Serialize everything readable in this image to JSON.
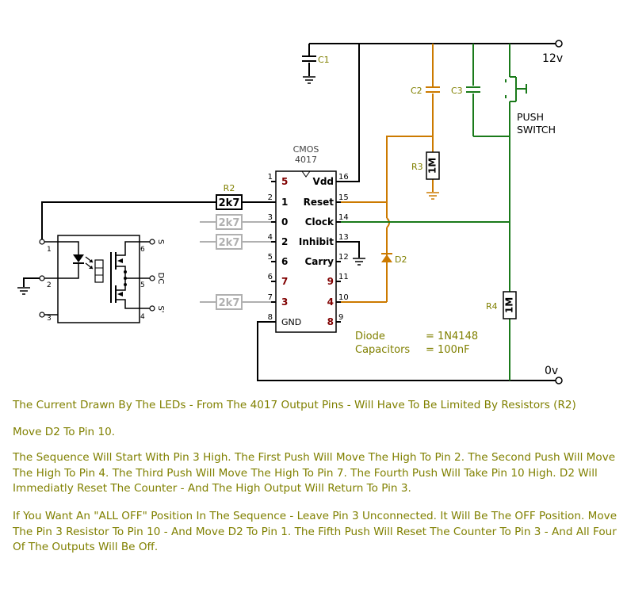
{
  "diagram": {
    "ic": {
      "line1": "CMOS",
      "line2": "4017"
    },
    "left_pins": [
      {
        "pin": "1",
        "label": "5"
      },
      {
        "pin": "2",
        "label": "1"
      },
      {
        "pin": "3",
        "label": "0"
      },
      {
        "pin": "4",
        "label": "2"
      },
      {
        "pin": "5",
        "label": "6"
      },
      {
        "pin": "6",
        "label": "7"
      },
      {
        "pin": "7",
        "label": "3"
      },
      {
        "pin": "8",
        "label": "GND"
      }
    ],
    "right_pins": [
      {
        "pin": "16",
        "label": "Vdd"
      },
      {
        "pin": "15",
        "label": "Reset"
      },
      {
        "pin": "14",
        "label": "Clock"
      },
      {
        "pin": "13",
        "label": "Inhibit"
      },
      {
        "pin": "12",
        "label": "Carry"
      },
      {
        "pin": "11",
        "label": "9"
      },
      {
        "pin": "10",
        "label": "4"
      },
      {
        "pin": "9",
        "label": "8"
      }
    ],
    "components": {
      "c1": "C1",
      "c2": "C2",
      "c3": "C3",
      "r2_name": "R2",
      "r2_value": "2k7",
      "r3_name": "R3",
      "r3_value": "1M",
      "r4_name": "R4",
      "r4_value": "1M",
      "ghost_value": "2k7",
      "d2": "D2"
    },
    "supply": {
      "positive": "12v",
      "negative": "0v"
    },
    "switch": {
      "line1": "PUSH",
      "line2": "SWITCH"
    },
    "relay": {
      "p1": "1",
      "p2": "2",
      "p3": "3",
      "p4": "4",
      "p5": "5",
      "p6": "6",
      "s": "S",
      "dc": "DC",
      "s2": "S'"
    },
    "parts": {
      "diode_key": "Diode",
      "diode_val": "= 1N4148",
      "cap_key": "Capacitors",
      "cap_val": "= 100nF"
    }
  },
  "notes": [
    "The Current Drawn By The LEDs - From The 4017 Output Pins - Will Have To Be Limited By Resistors (R2)",
    "Move D2 To Pin 10.",
    "The Sequence Will Start With Pin 3 High. The First Push Will Move The High To Pin 2. The Second Push Will Move The High To Pin 4. The Third Push Will Move The High To Pin 7. The Fourth Push Will Take Pin 10 High. D2 Will Immediatly Reset The Counter - And The High Output Will Return To Pin 3.",
    "If You Want An \"ALL OFF\" Position In The Sequence - Leave Pin 3 Unconnected. It Will Be The OFF Position. Move The Pin 3 Resistor To Pin 10 - And Move D2 To Pin 1. The Fifth Push Will Reset The Counter To Pin 3 - And All Four Of The Outputs Will Be Off."
  ],
  "colors": {
    "wire": "#000000",
    "orange": "#cc7a00",
    "green": "#1a7a1a",
    "ghost": "#b0b0b0",
    "text_olive": "#808000",
    "pin_red": "#800000"
  }
}
